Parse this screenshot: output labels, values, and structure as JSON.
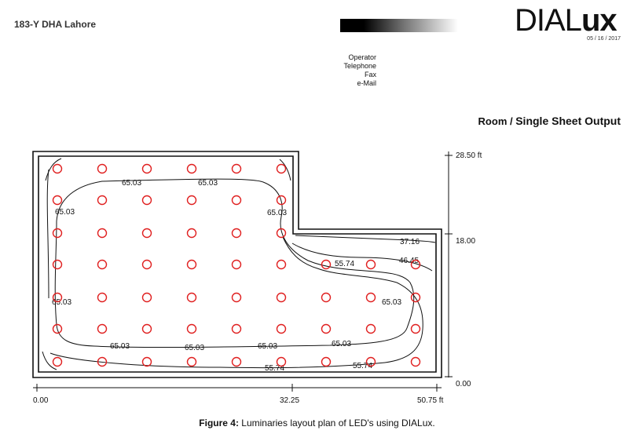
{
  "header": {
    "project": "183-Y DHA Lahore",
    "logo_main": "DIAL",
    "logo_bold": "ux",
    "date": "05 / 16 / 2017",
    "contact": [
      "Operator",
      "Telephone",
      "Fax",
      "e-Mail"
    ]
  },
  "sheet_title": {
    "prefix": "Room / ",
    "main": "Single Sheet Output"
  },
  "dimensions": {
    "y_axis": [
      "28.50 ft",
      "18.00",
      "0.00"
    ],
    "x_axis": [
      "0.00",
      "32.25",
      "50.75 ft"
    ]
  },
  "isolines": [
    {
      "label": "65.03"
    },
    {
      "label": "65.03"
    },
    {
      "label": "65.03"
    },
    {
      "label": "65.03"
    },
    {
      "label": "65.03"
    },
    {
      "label": "65.03"
    },
    {
      "label": "65.03"
    },
    {
      "label": "65.03"
    },
    {
      "label": "65.03"
    },
    {
      "label": "65.03"
    },
    {
      "label": "55.74"
    },
    {
      "label": "55.74"
    },
    {
      "label": "55.74"
    },
    {
      "label": "46.45"
    },
    {
      "label": "37.16"
    }
  ],
  "caption": {
    "label": "Figure 4:",
    "text": " Luminaries layout plan of LED's using DIALux."
  },
  "colors": {
    "luminaire": "#e02020",
    "line": "#111111"
  }
}
